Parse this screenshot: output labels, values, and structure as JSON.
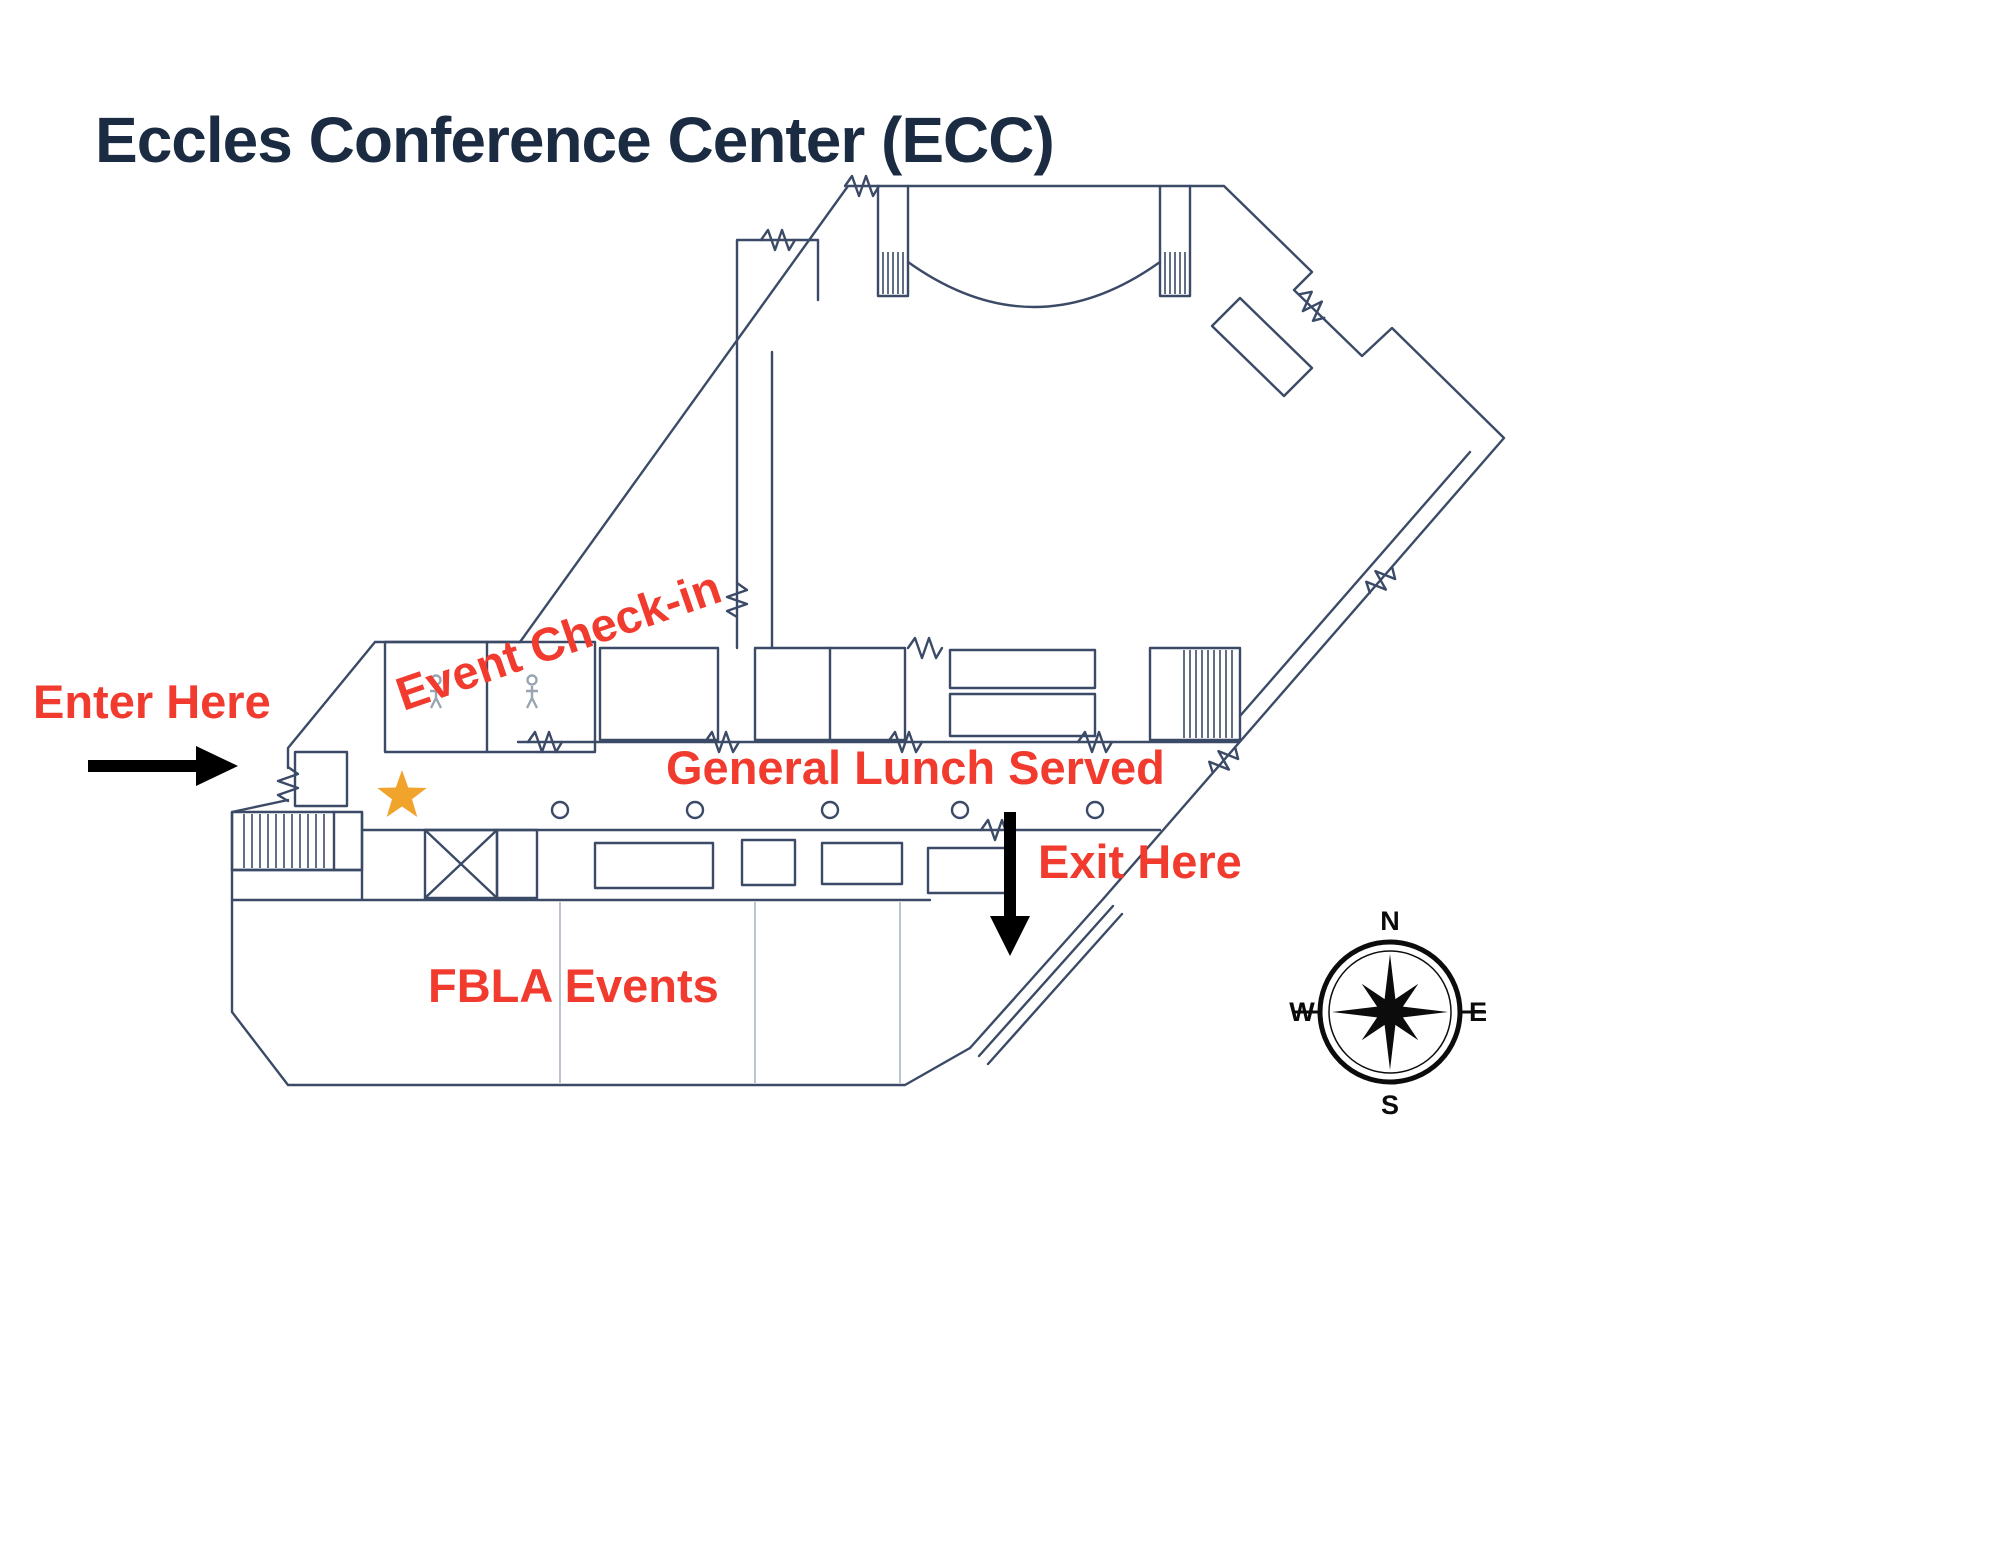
{
  "header": {
    "title": "Eccles Conference Center (ECC)"
  },
  "map": {
    "labels": {
      "enter_here": "Enter Here",
      "event_checkin": "Event Check-in",
      "general_lunch": "General Lunch Served",
      "exit_here": "Exit Here",
      "fbla_events": "FBLA Events"
    },
    "icons": {
      "star": "event-checkin-star-icon",
      "enter_arrow": "enter-arrow-icon",
      "exit_arrow": "exit-arrow-icon",
      "compass": "compass-rose-icon",
      "restroom_person": "restroom-person-icon"
    },
    "compass": {
      "n": "N",
      "s": "S",
      "e": "E",
      "w": "W"
    },
    "colors": {
      "annotation_red": "#F23B2F",
      "title_navy": "#1A2B42",
      "floorplan_line": "#3B4A66",
      "star_gold": "#F0A42C",
      "arrow_black": "#000000"
    }
  }
}
